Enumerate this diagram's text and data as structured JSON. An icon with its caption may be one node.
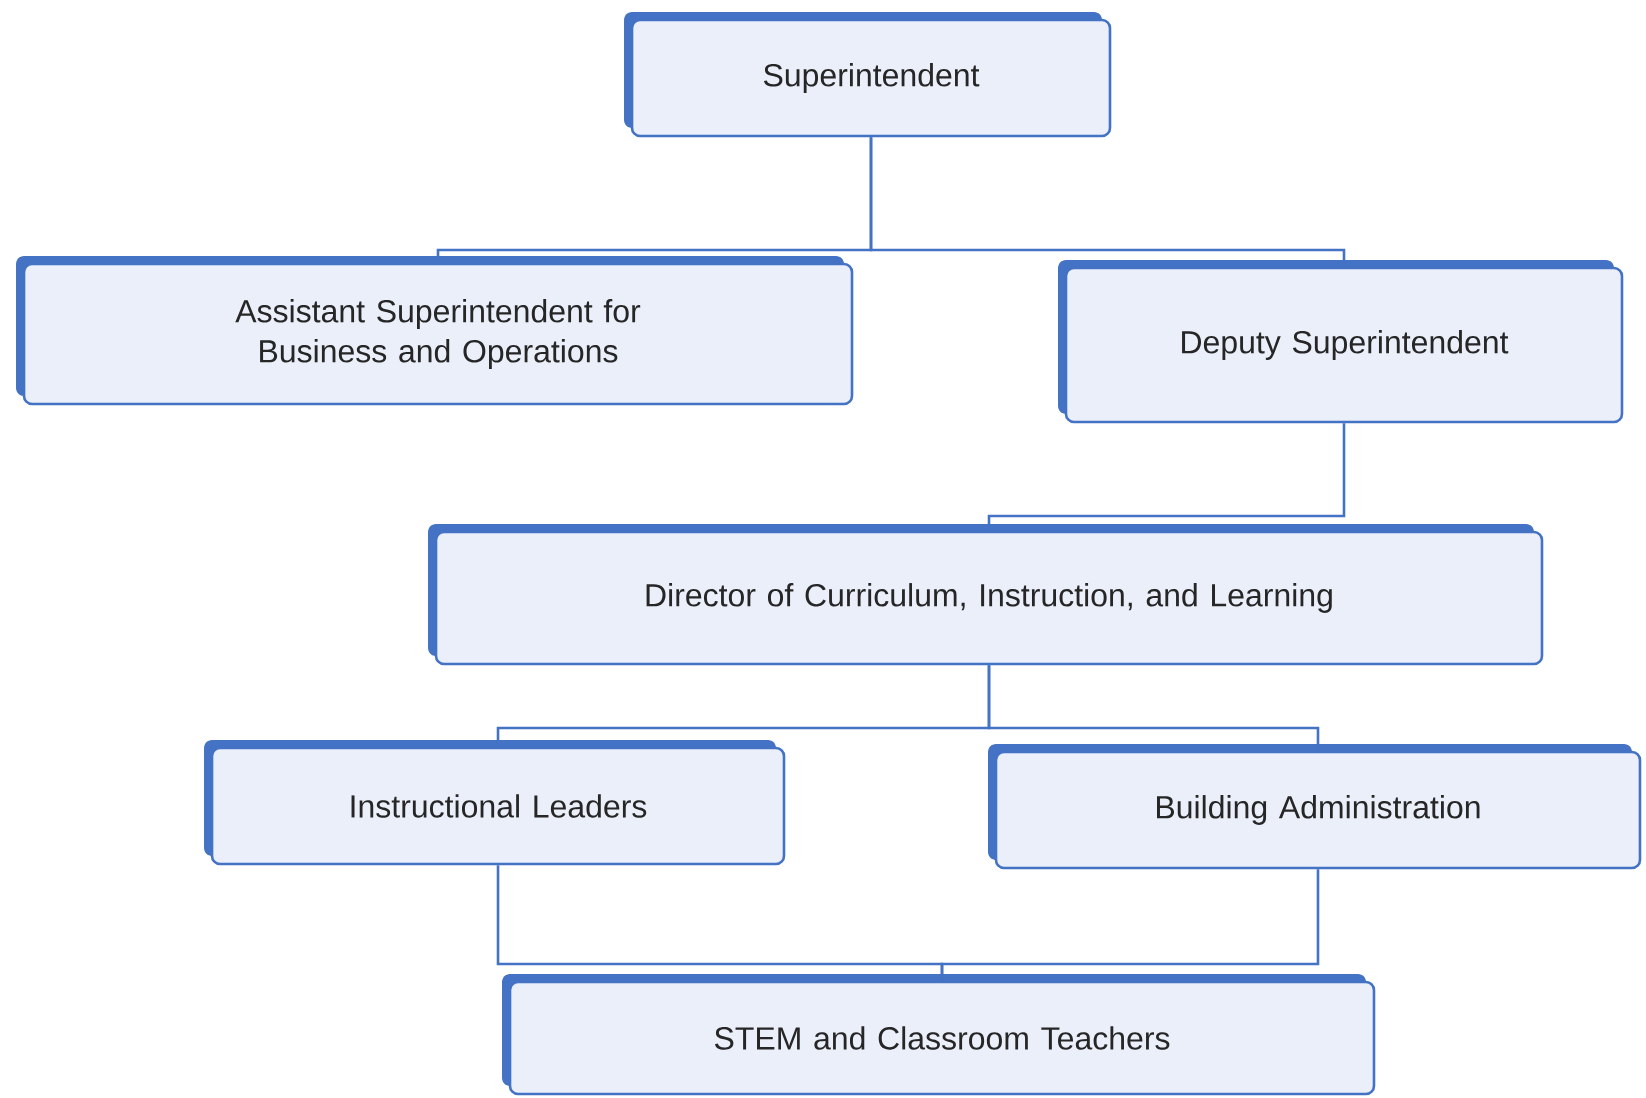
{
  "diagram": {
    "nodes": [
      {
        "text": [
          "Superintendent"
        ]
      },
      {
        "text": [
          "Assistant Superintendent for Business and Operations"
        ]
      },
      {
        "text": [
          "Deputy Superintendent"
        ]
      },
      {
        "text": [
          "Director of Curriculum, Instruction, and Learning"
        ]
      },
      {
        "text": [
          "Instructional Leaders"
        ]
      },
      {
        "text": [
          "Building Administration"
        ]
      },
      {
        "text": [
          "STEM and Classroom Teachers"
        ]
      }
    ],
    "edges": [
      {
        "from": 0,
        "to": 1,
        "arrow": "none"
      },
      {
        "from": 0,
        "to": 2,
        "arrow": "none"
      },
      {
        "from": 2,
        "to": 3,
        "arrow": "none"
      },
      {
        "from": 3,
        "to": 4,
        "arrow": "none"
      },
      {
        "from": 3,
        "to": 5,
        "arrow": "none"
      },
      {
        "from": 4,
        "to": 6,
        "arrow": "none"
      },
      {
        "from": 5,
        "to": 6,
        "arrow": "none"
      }
    ]
  }
}
